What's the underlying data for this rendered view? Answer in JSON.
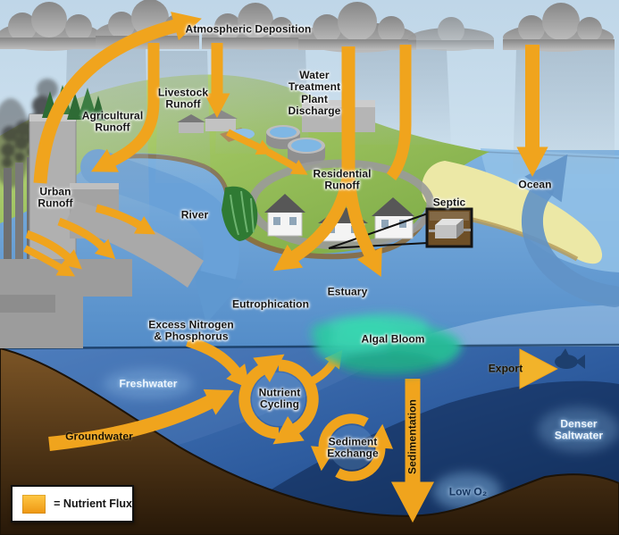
{
  "nodes": {
    "atmospheric_deposition": "Atmospheric Deposition",
    "livestock_runoff": "Livestock\nRunoff",
    "agricultural_runoff": "Agricultural\nRunoff",
    "water_treatment_plant_discharge": "Water\nTreatment\nPlant\nDischarge",
    "urban_runoff": "Urban\nRunoff",
    "river": "River",
    "residential_runoff": "Residential\nRunoff",
    "septic": "Septic",
    "ocean": "Ocean",
    "estuary": "Estuary",
    "eutrophication": "Eutrophication",
    "excess_nutrients": "Excess Nitrogen\n& Phosphorus",
    "algal_bloom": "Algal Bloom",
    "freshwater": "Freshwater",
    "groundwater": "Groundwater",
    "nutrient_cycling": "Nutrient\nCycling",
    "sediment_exchange": "Sediment\nExchange",
    "sedimentation": "Sedimentation",
    "export": "Export",
    "denser_saltwater": "Denser\nSaltwater",
    "low_oxygen": "Low O₂"
  },
  "legend": {
    "label": "= Nutrient Flux",
    "swatch_color": "#F2A41D"
  },
  "colors": {
    "nutrient_flux_arrow": "#F0A41D",
    "sky": "#C6DBEA",
    "cloud": "#9A9A9A",
    "grass": "#9CC25E",
    "river_water": "#69A1D8",
    "ocean_water": "#8CBDE6",
    "deep_saltwater": "#1B4077",
    "sediment_brown": "#6B4A24",
    "algal_bloom_teal": "#2CC3A1",
    "sand": "#ECE8A6",
    "fish_navy": "#1D3F6E"
  },
  "icons": {
    "cloud-icon": "svg-cloud-shape",
    "factory-icon": "svg-buildings-with-smokestacks",
    "tree-icon": "svg-pine-triangles",
    "barn-icon": "svg-gabled-sheds",
    "treatment-tank-icon": "svg-round-tanks",
    "house-icon": "svg-gabled-house",
    "septic-tank-icon": "svg-3d-box-in-inset",
    "river-flow-arrow": "svg-blue-arrow",
    "ocean-current-arrow": "svg-curved-blue-arrow",
    "nutrient-flux-arrow": "svg-orange-arrow",
    "fish-icon": "svg-fish-silhouette"
  }
}
